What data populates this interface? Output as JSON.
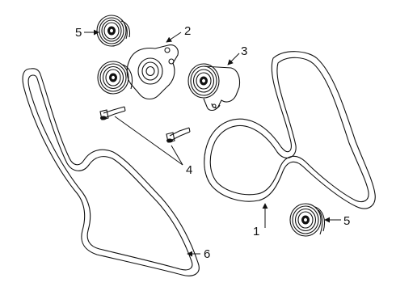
{
  "diagram": {
    "parts": [
      {
        "id": "belt-a",
        "label": "1"
      },
      {
        "id": "tensioner",
        "label": "2"
      },
      {
        "id": "tensioner-b",
        "label": "3"
      },
      {
        "id": "bolts",
        "label": "4"
      },
      {
        "id": "idler-top",
        "label": "5"
      },
      {
        "id": "idler-bottom",
        "label": "5"
      },
      {
        "id": "belt-b",
        "label": "6"
      }
    ]
  }
}
